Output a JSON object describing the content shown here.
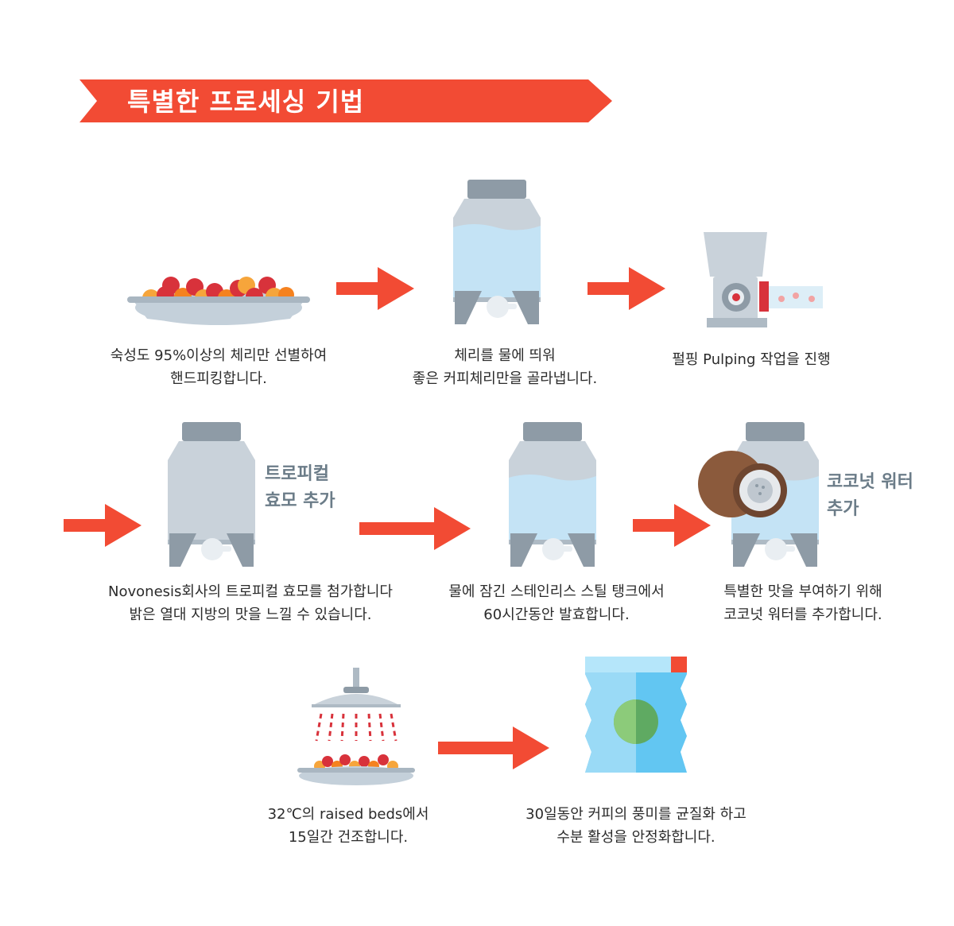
{
  "title": "특별한 프로세싱 기법",
  "colors": {
    "accent": "#F24B34",
    "tank_body": "#C9D2DA",
    "tank_cap": "#8E9BA6",
    "water": "#C4E3F5",
    "label_gray": "#6B7C88",
    "bag_blue": "#62C6F2"
  },
  "steps": [
    {
      "icon": "cherry-tray-icon",
      "lines": [
        "숙성도 95%이상의 체리만 선별하여",
        "핸드피킹합니다."
      ]
    },
    {
      "icon": "water-tank-icon",
      "lines": [
        "체리를 물에 띄워",
        "좋은 커피체리만을 골라냅니다."
      ]
    },
    {
      "icon": "pulping-machine-icon",
      "lines": [
        "펄핑 Pulping 작업을 진행"
      ]
    },
    {
      "icon": "yeast-tank-icon",
      "lines": [
        "Novonesis회사의 트로피컬 효모를 첨가합니다",
        "밝은 열대 지방의 맛을 느낄 수 있습니다."
      ],
      "side_label": [
        "트로피컬",
        "효모 추가"
      ]
    },
    {
      "icon": "fermentation-tank-icon",
      "lines": [
        "물에 잠긴 스테인리스 스틸 탱크에서",
        "60시간동안 발효합니다."
      ]
    },
    {
      "icon": "coconut-tank-icon",
      "lines": [
        "특별한 맛을 부여하기 위해",
        "코코넛 워터를 추가합니다."
      ],
      "side_label": [
        "코코넛 워터",
        "추가"
      ]
    },
    {
      "icon": "drying-bed-icon",
      "lines": [
        "32℃의 raised beds에서",
        "15일간 건조합니다."
      ]
    },
    {
      "icon": "coffee-bag-icon",
      "lines": [
        "30일동안 커피의 풍미를 균질화 하고",
        "수분 활성을 안정화합니다."
      ]
    }
  ]
}
